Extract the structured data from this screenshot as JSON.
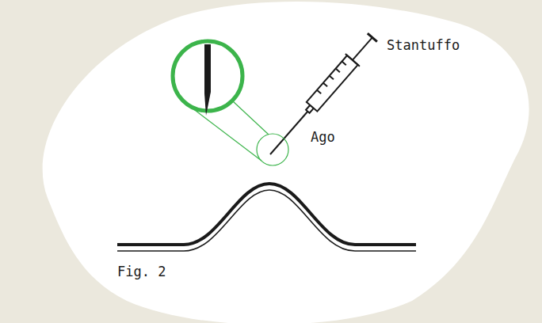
{
  "diagram": {
    "labels": [
      "Stantuffo",
      "Ago",
      "Fig. 2"
    ]
  }
}
